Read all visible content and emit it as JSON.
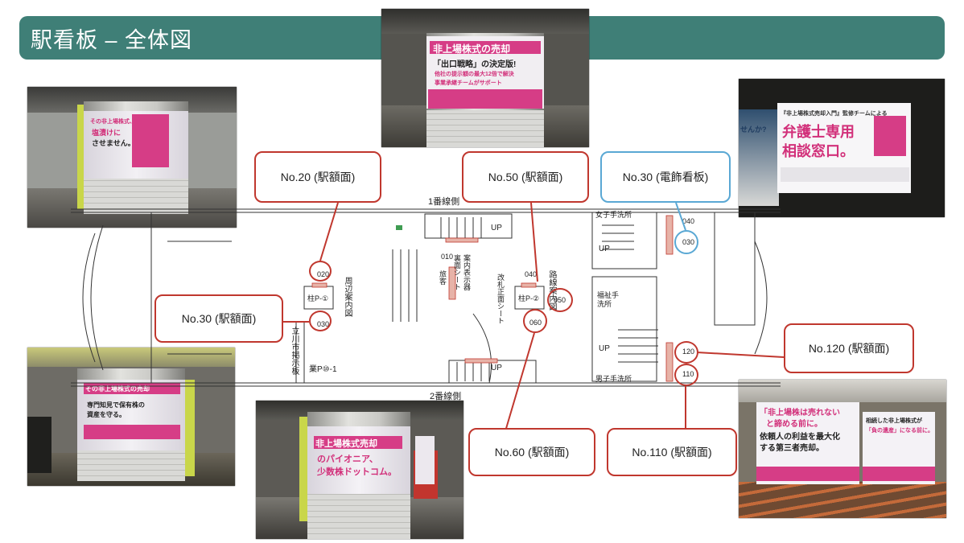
{
  "header": {
    "title": "駅看板 – 全体図"
  },
  "colors": {
    "header_bg": "#3f7f77",
    "callout_red": "#c0372e",
    "callout_blue": "#5aa8d4",
    "ad_pink": "#d63d86"
  },
  "map": {
    "side_1": "1番線側",
    "side_2": "2番線側",
    "shukou_ichi": "周辺案内図",
    "pillar_p1": "柱P-①",
    "pillar_p2": "柱P-②",
    "tachikawa": "立川市掲示板",
    "gyo_p": "業P⑩-1",
    "route_sign": "路線案内図",
    "kaisatsu": "改札正面シート",
    "annai_hyoji": "案内表示器",
    "uramen": "裏面シート",
    "ryokaku": "旅客",
    "womens_wc": "女子手洗所",
    "fukushi_wc": "福祉手洗所",
    "mens_wc": "男子手洗所",
    "up_labels": [
      "UP",
      "UP",
      "UP",
      "UP"
    ],
    "codes": {
      "c010": "010",
      "c020": "020",
      "c030": "030",
      "c040a": "040",
      "c030b": "030",
      "c050": "050",
      "c060": "060",
      "c040b": "040",
      "c120": "120",
      "c110": "110"
    }
  },
  "callouts": {
    "no20": "No.20 (駅額面)",
    "no50": "No.50 (駅額面)",
    "no30_denshoku": "No.30 (電飾看板)",
    "no30": "No.30 (駅額面)",
    "no120": "No.120 (駅額面)",
    "no60": "No.60 (駅額面)",
    "no110": "No.110 (駅額面)"
  },
  "photos": {
    "center_top": {
      "headline": "非上場株式の売却",
      "line2": "「出口戦略」の決定版!",
      "line3": "他社の提示額の最大12倍で解決",
      "line4": "事業承継チームがサポート"
    },
    "top_right": {
      "line1": "『非上場株式売却入門』監修チームによる",
      "line2": "弁護士専用",
      "line3": "相談窓口。",
      "side": "せんか?"
    },
    "top_left": {
      "line1": "その非上場株式、",
      "line2": "塩漬けに",
      "line3": "させません。"
    },
    "bottom_left": {
      "line1": "その非上場株式の売却",
      "line2": "専門知見で保有株の",
      "line3": "資産を守る。"
    },
    "bottom_center": {
      "line1": "非上場株式売却",
      "line2": "のパイオニア、",
      "line3": "少数株ドットコム。"
    },
    "bottom_right": {
      "line1": "「非上場株は売れない",
      "line2": "と諦める前に。",
      "line3": "依頼人の利益を最大化",
      "line4": "する第三者売却。",
      "r1": "相続した非上場株式が",
      "r2": "「負の遺産」になる前に。"
    }
  }
}
